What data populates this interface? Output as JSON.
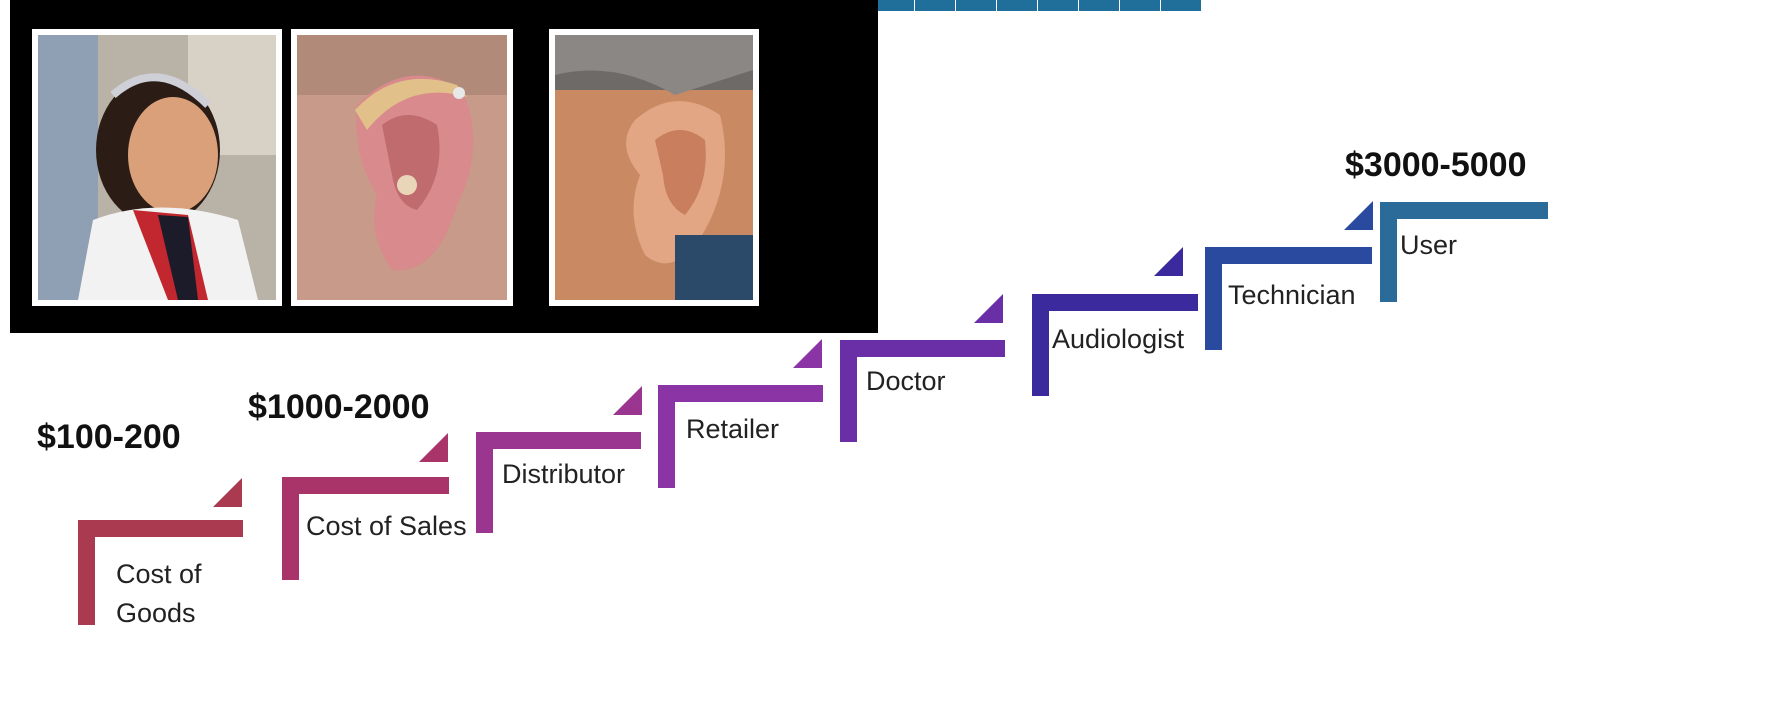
{
  "prices": {
    "low": "$100-200",
    "mid": "$1000-2000",
    "high": "$3000-5000"
  },
  "photos": [
    {
      "icon": "girl-portrait"
    },
    {
      "icon": "ear-with-hearing-aid"
    },
    {
      "icon": "ear-without-hearing-aid"
    }
  ],
  "steps": [
    {
      "label": "Cost of\nGoods",
      "color": "#a93a4f"
    },
    {
      "label": "Cost of Sales",
      "color": "#a8346a"
    },
    {
      "label": "Distributor",
      "color": "#9a3590"
    },
    {
      "label": "Retailer",
      "color": "#8b34a6"
    },
    {
      "label": "Doctor",
      "color": "#6a2fa6"
    },
    {
      "label": "Audiologist",
      "color": "#3b2a9e"
    },
    {
      "label": "Technician",
      "color": "#2a4aa0"
    },
    {
      "label": "User",
      "color": "#2a6b9a"
    }
  ]
}
